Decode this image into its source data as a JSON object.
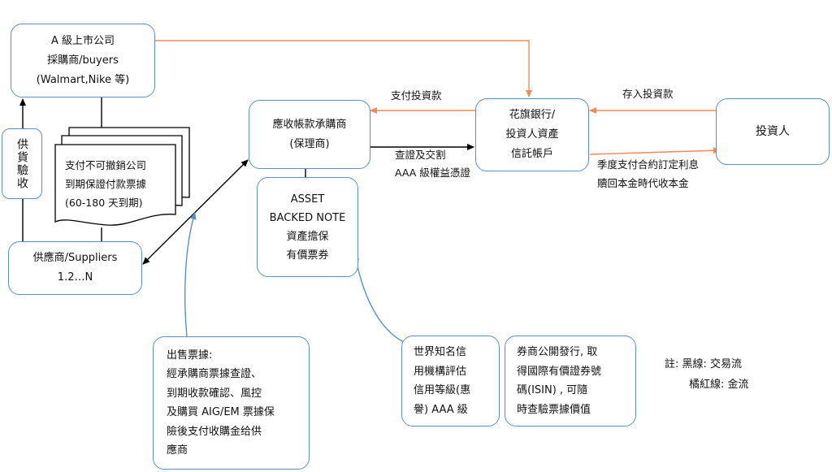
{
  "buyers": {
    "lines": [
      "A 級上市公司",
      "採購商/buyers",
      "(Walmart,Nike 等)"
    ]
  },
  "inspection": {
    "text": "供貨驗收"
  },
  "document": {
    "lines": [
      "支付不可撤銷公司",
      "到期保證付款票據",
      "(60-180 天到期)"
    ]
  },
  "suppliers": {
    "lines": [
      "供應商/Suppliers",
      "1.2…N"
    ]
  },
  "factor": {
    "lines": [
      "應收帳款承購商",
      "(保理商)"
    ]
  },
  "abn": {
    "lines": [
      "ASSET",
      "BACKED NOTE",
      "資產擔保",
      "有價票券"
    ]
  },
  "citi": {
    "lines": [
      "花旗銀行/",
      "投資人資產",
      "信託帳戶"
    ]
  },
  "investor": {
    "text": "投資人"
  },
  "labels": {
    "pay_invest": "支付投資款",
    "deposit_invest": "存入投資款",
    "verify_1": "查證及交割",
    "verify_2": "AAA 級權益憑證",
    "quarterly_1": "季度支付合約訂定利息",
    "quarterly_2": "贖回本金時代收本金"
  },
  "sale_note": {
    "lines": [
      "出售票據:",
      "經承購商票據查證、",
      "到期收款確認、風控",
      "及購買 AIG/EM 票據保",
      "險後支付收購金给供",
      "應商"
    ]
  },
  "rating": {
    "lines": [
      "世界知名信",
      "用機構評估",
      "信用等級(惠",
      "譽) AAA 級"
    ]
  },
  "broker": {
    "lines": [
      "券商公開發行, 取",
      "得國際有價證券號",
      "碼(ISIN) , 可隨",
      "時查驗票據價值"
    ]
  },
  "legend": {
    "line1": "註: 黑線: 交易流",
    "line2": "橘紅線: 金流"
  },
  "colors": {
    "money_flow": "#f08a5d",
    "trade_flow": "#000000",
    "box_border": "#5b8fc9",
    "callout_arrow": "#5b8fc9"
  }
}
